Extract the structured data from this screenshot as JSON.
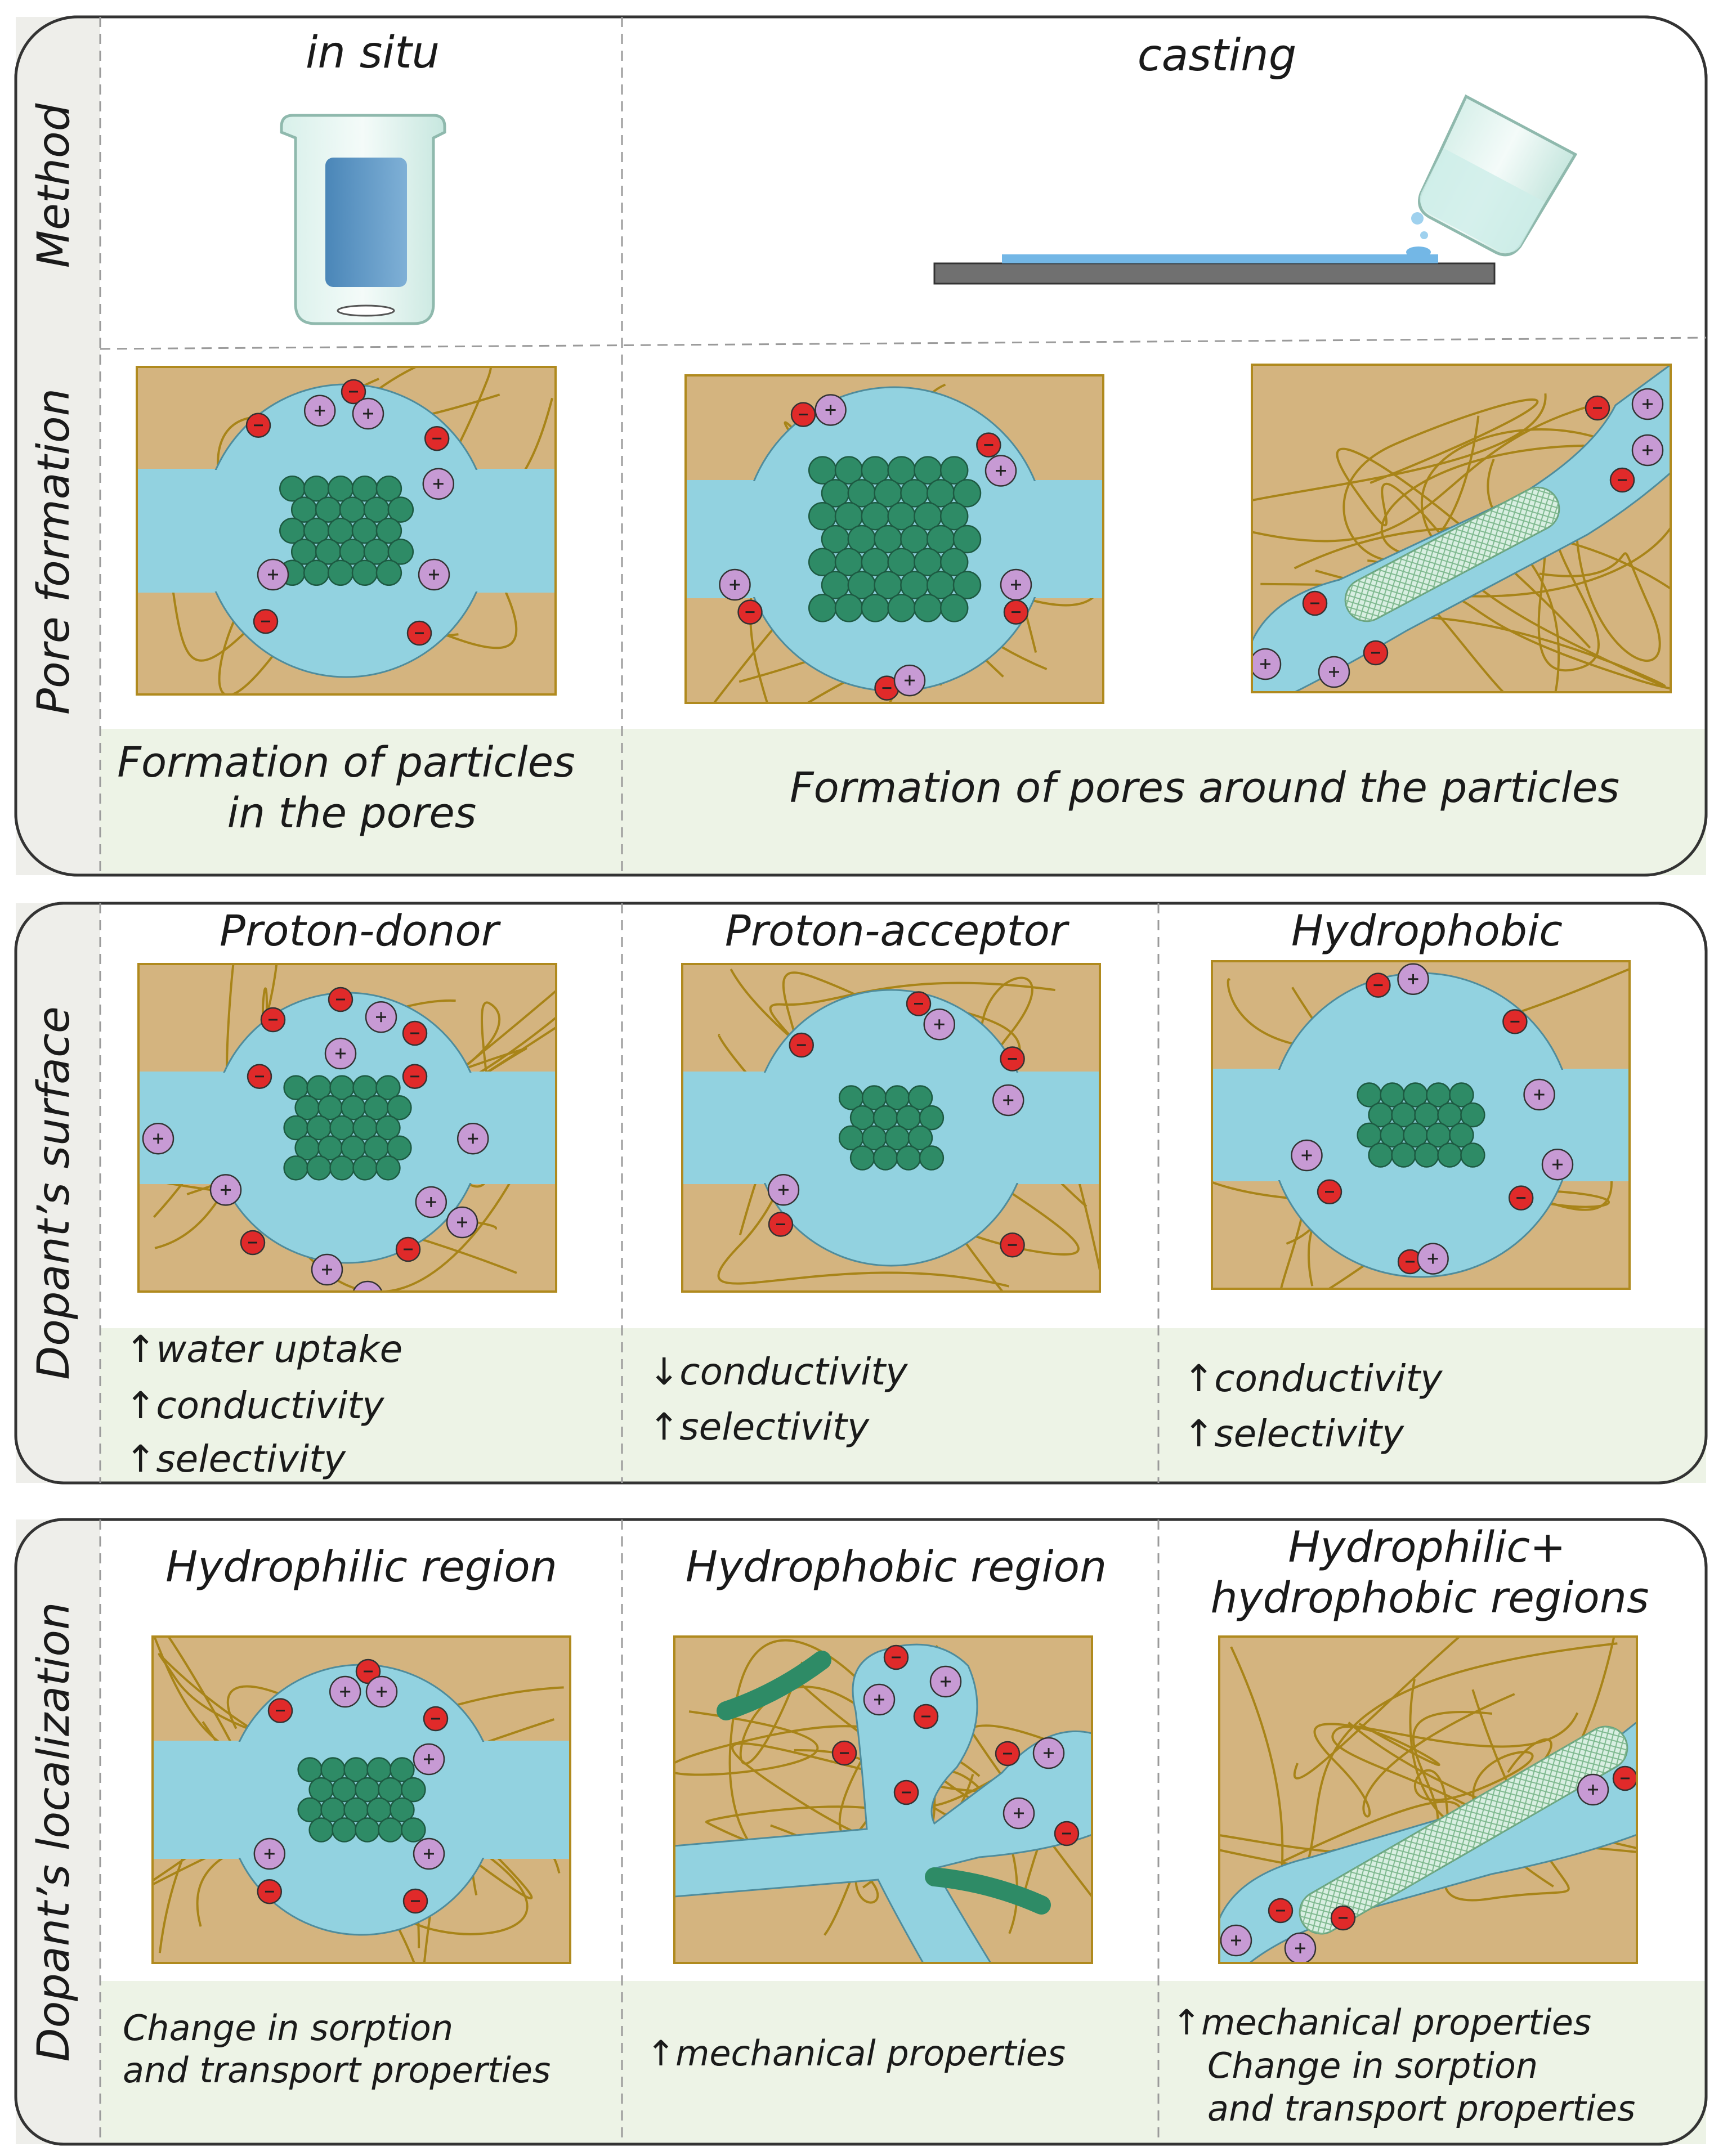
{
  "colors": {
    "matrix": "#d4b47f",
    "matrix_border": "#b08a1e",
    "fiber": "#a88418",
    "water": "#92d2e0",
    "water_border": "#4f8c9c",
    "particle": "#2e8b66",
    "particle_border": "#1d5a42",
    "anion": "#e02a2a",
    "cation": "#c79ad4",
    "green_band": "#edf3e6",
    "side_band": "#eeeeea",
    "frame": "#333333",
    "divider": "#9a9a9a"
  },
  "icons": [
    "beaker-icon",
    "pouring-beaker-icon",
    "casting-plate-icon",
    "nanotube-icon",
    "anion-icon",
    "cation-icon"
  ],
  "sections": {
    "method": {
      "side_label": "Method",
      "in_situ": "in situ",
      "casting": "casting"
    },
    "pore": {
      "side_label": "Pore formation",
      "caption_left_1": "Formation of particles",
      "caption_left_2": "in the pores",
      "caption_right": "Formation of pores around the particles"
    },
    "surface": {
      "side_label": "Dopant’s surface",
      "titles": [
        "Proton-donor",
        "Proton-acceptor",
        "Hydrophobic"
      ],
      "col1": [
        "↑water uptake",
        "↑conductivity",
        "↑selectivity"
      ],
      "col2": [
        "↓conductivity",
        "↑selectivity"
      ],
      "col3": [
        "↑conductivity",
        "↑selectivity"
      ]
    },
    "local": {
      "side_label": "Dopant’s localization",
      "title1": "Hydrophilic region",
      "title2": "Hydrophobic region",
      "title3_1": "Hydrophilic+",
      "title3_2": "hydrophobic regions",
      "col1": [
        "Change in sorption",
        "and transport properties"
      ],
      "col2": [
        "↑mechanical properties"
      ],
      "col3": [
        "↑mechanical properties",
        "Change in sorption",
        "and transport properties"
      ]
    }
  }
}
